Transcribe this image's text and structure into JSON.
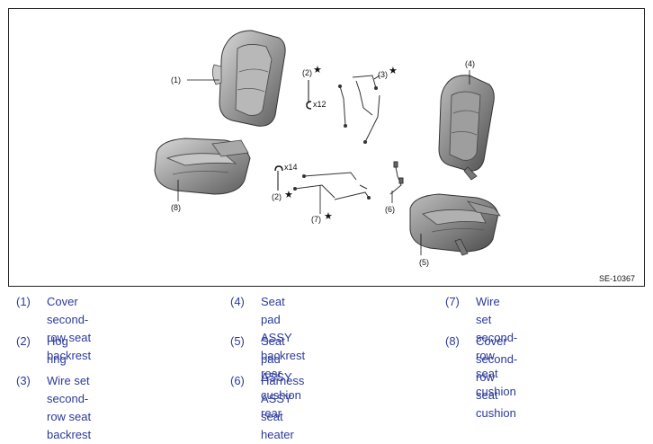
{
  "figure": {
    "id": "SE-10367",
    "callouts": {
      "c1": "(1)",
      "c2a": "(2)",
      "c2b": "(2)",
      "c3": "(3)",
      "c4": "(4)",
      "c5": "(5)",
      "c6": "(6)",
      "c7": "(7)",
      "c8": "(8)"
    },
    "star": "★",
    "qty_hog_ring_backrest": "x12",
    "qty_hog_ring_cushion": "x14"
  },
  "legend": [
    {
      "num": "(1)",
      "line1": "Cover second-row seat",
      "line2": "backrest"
    },
    {
      "num": "(2)",
      "line1": "Hog ring",
      "line2": ""
    },
    {
      "num": "(3)",
      "line1": "Wire set second-row seat",
      "line2": "backrest"
    },
    {
      "num": "(4)",
      "line1": "Seat pad ASSY backrest rear",
      "line2": ""
    },
    {
      "num": "(5)",
      "line1": "Seat pad ASSY cushion rear",
      "line2": ""
    },
    {
      "num": "(6)",
      "line1": "Harness ASSY seat heater",
      "line2": ""
    },
    {
      "num": "(7)",
      "line1": "Wire set second-row seat",
      "line2": "cushion"
    },
    {
      "num": "(8)",
      "line1": "Cover second-row seat",
      "line2": "cushion"
    }
  ]
}
